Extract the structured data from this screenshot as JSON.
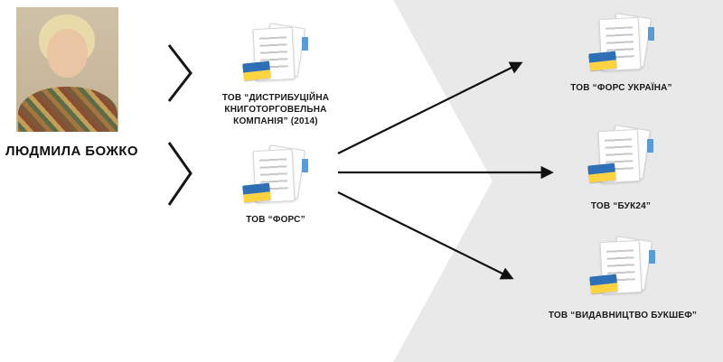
{
  "person": {
    "name": "ЛЮДМИЛА БОЖКО"
  },
  "companies": {
    "dkk": {
      "label": "ТОВ “ДИСТРИБУЦІЙНА КНИГОТОРГОВЕЛЬНА КОМПАНІЯ” (2014)"
    },
    "fors": {
      "label": "ТОВ “ФОРС”"
    },
    "fors_ukraina": {
      "label": "ТОВ “ФОРС УКРАЇНА”"
    },
    "buk24": {
      "label": "ТОВ “БУК24”"
    },
    "bukshef": {
      "label": "ТОВ “ВИДАВНИЦТВО БУКШЕФ”"
    }
  },
  "icons": {
    "document": "document-stack-with-ukraine-flag",
    "flag": "ukraine-flag"
  },
  "colors": {
    "background_wedge": "#e9e9e9",
    "flag_blue": "#2f6fb5",
    "flag_yellow": "#ffd23f",
    "bookmark_blue": "#5b9bd5",
    "arrow": "#111111",
    "text": "#1a1a1a"
  }
}
